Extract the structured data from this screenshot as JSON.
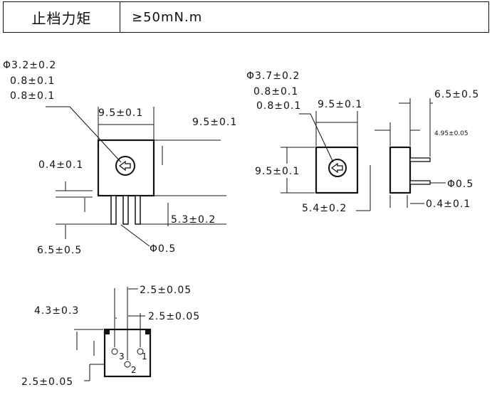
{
  "spec_table": {
    "label": "止档力矩",
    "value": "≥50mN.m"
  },
  "front_view": {
    "dim_phi": "Φ3.2±0.2",
    "dim_a": "0.8±0.1",
    "dim_b": "0.8±0.1",
    "dim_width": "9.5±0.1",
    "dim_height": "9.5±0.1",
    "dim_offset": "0.4±0.1",
    "dim_pin_len": "5.3±0.2",
    "dim_base": "6.5±0.5",
    "dim_pin_dia": "Φ0.5"
  },
  "side_view": {
    "dim_phi": "Φ3.7±0.2",
    "dim_a": "0.8±0.1",
    "dim_b": "0.8±0.1",
    "dim_width": "9.5±0.1",
    "dim_height": "9.5±0.1",
    "dim_pin_pos": "5.4±0.2",
    "dim_depth": "6.5±0.5",
    "dim_small": "4.95±0.05",
    "dim_pin_dia": "Φ0.5",
    "dim_pin_offset": "0.4±0.1"
  },
  "bottom_view": {
    "dim_pitch_a": "2.5±0.05",
    "dim_pitch_b": "2.5±0.05",
    "dim_side": "4.3±0.3",
    "dim_row": "2.5±0.05",
    "pin_1": "1",
    "pin_2": "2",
    "pin_3": "3"
  }
}
